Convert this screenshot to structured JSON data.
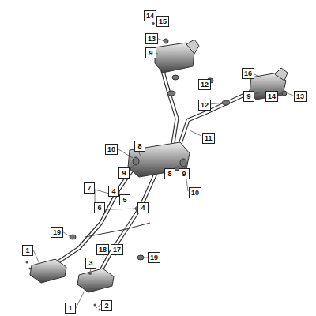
{
  "diagram": {
    "nodes": [
      {
        "text": [
          "14"
        ]
      },
      {
        "text": [
          "15"
        ]
      },
      {
        "text": [
          "13"
        ]
      },
      {
        "text": [
          "9"
        ]
      },
      {
        "text": [
          "16"
        ]
      },
      {
        "text": [
          "12"
        ]
      },
      {
        "text": [
          "12"
        ]
      },
      {
        "text": [
          "9"
        ]
      },
      {
        "text": [
          "14"
        ]
      },
      {
        "text": [
          "13"
        ]
      },
      {
        "text": [
          "11"
        ]
      },
      {
        "text": [
          "10"
        ]
      },
      {
        "text": [
          "8"
        ]
      },
      {
        "text": [
          "9"
        ]
      },
      {
        "text": [
          "8"
        ]
      },
      {
        "text": [
          "9"
        ]
      },
      {
        "text": [
          "10"
        ]
      },
      {
        "text": [
          "7"
        ]
      },
      {
        "text": [
          "4"
        ]
      },
      {
        "text": [
          "5"
        ]
      },
      {
        "text": [
          "6"
        ]
      },
      {
        "text": [
          "4"
        ]
      },
      {
        "text": [
          "19"
        ]
      },
      {
        "text": [
          "1"
        ]
      },
      {
        "text": [
          "18"
        ]
      },
      {
        "text": [
          "17"
        ]
      },
      {
        "text": [
          "3"
        ]
      },
      {
        "text": [
          "19"
        ]
      },
      {
        "text": [
          "1"
        ]
      },
      {
        "text": [
          "2"
        ]
      }
    ]
  }
}
